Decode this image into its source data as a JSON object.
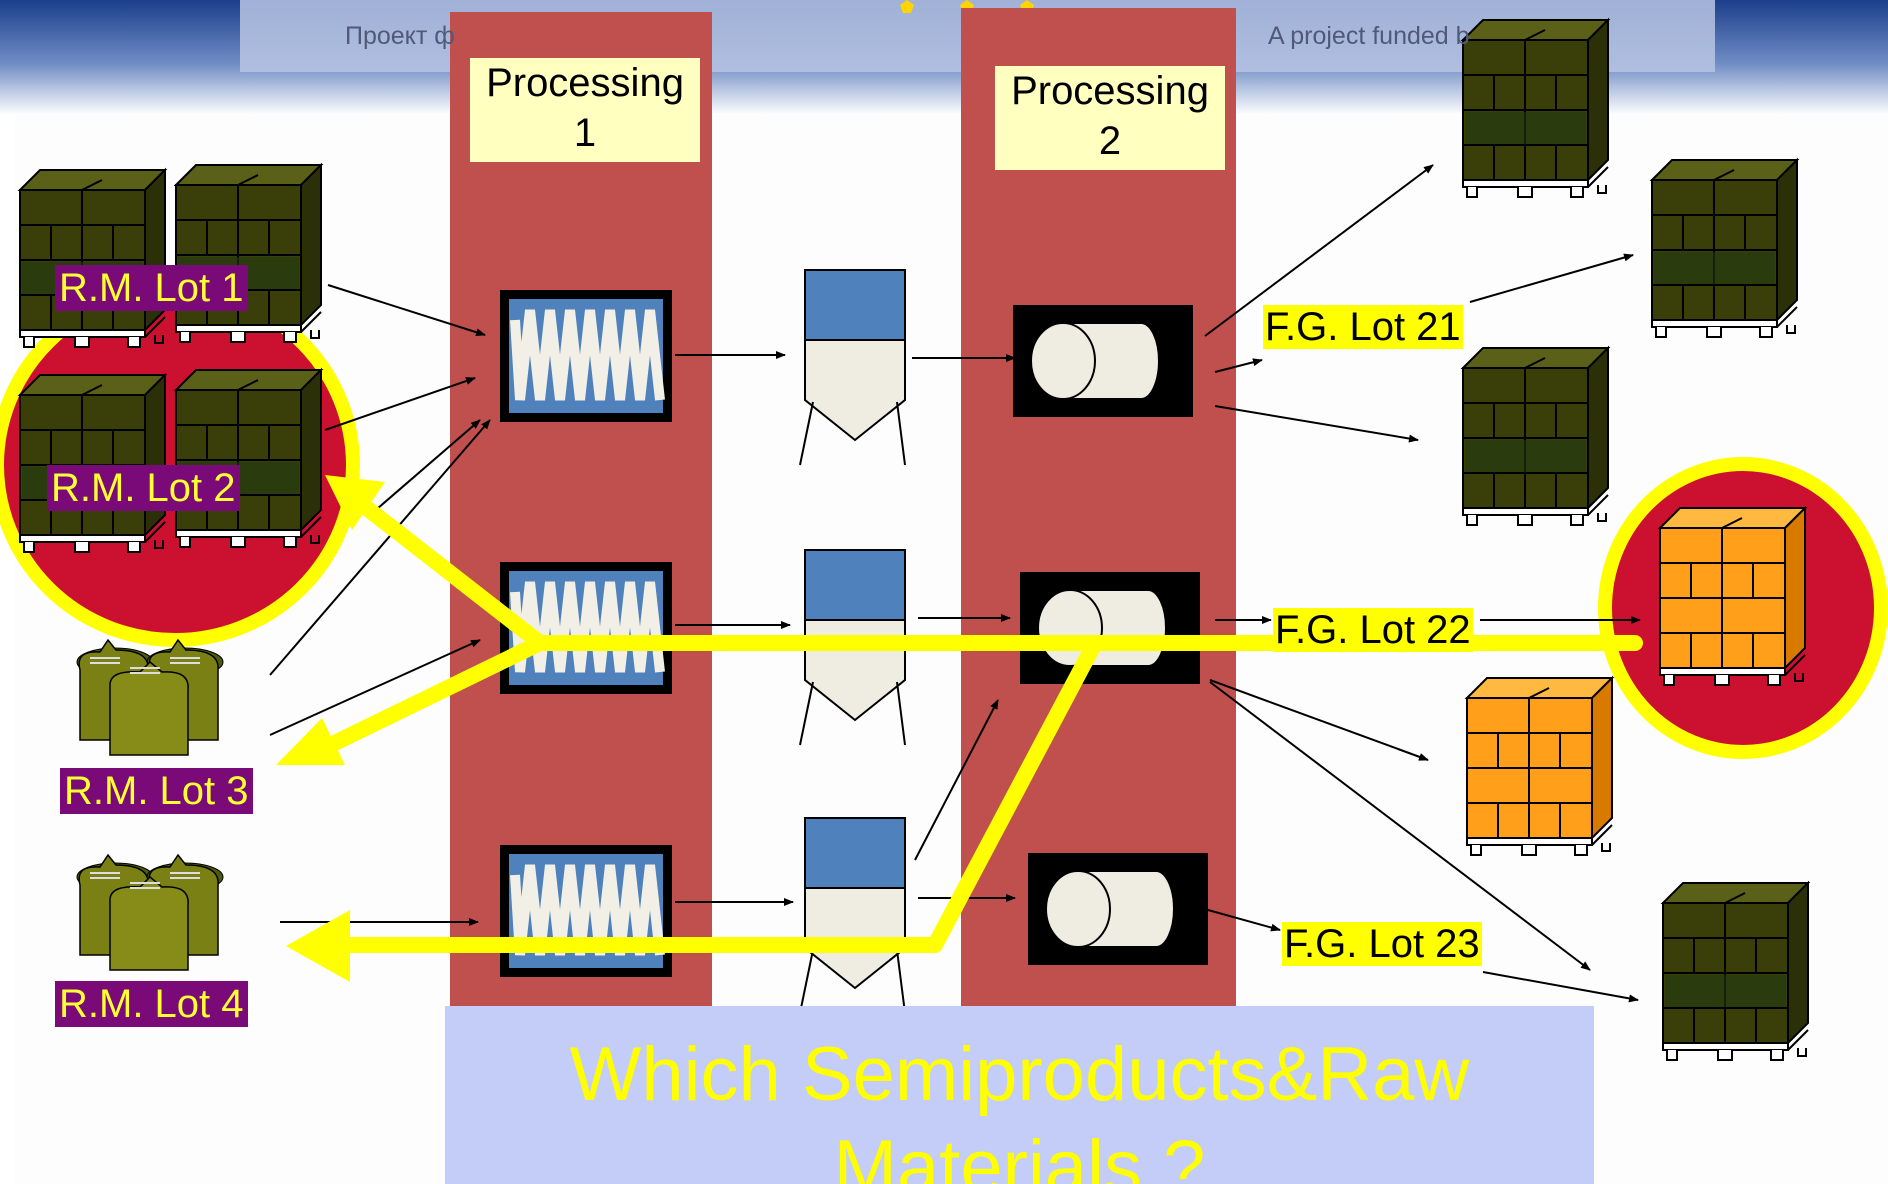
{
  "banner": {
    "left_text": "Проект ф",
    "right_text": "A project funded b"
  },
  "columns": [
    {
      "label": "Processing 1"
    },
    {
      "label": "Processing 2"
    }
  ],
  "raw_materials": [
    "R.M. Lot 1",
    "R.M. Lot 2",
    "R.M. Lot 3",
    "R.M. Lot 4"
  ],
  "finished_goods": [
    "F.G. Lot 21",
    "F.G. Lot 22",
    "F.G. Lot 23"
  ],
  "question": "Which Semiproducts&Raw Materials ?",
  "colors": {
    "column": "#c0504d",
    "highlight_circle": "#cc1030",
    "trace_line": "#ffff00",
    "pallet_dark": "#3a3f0a",
    "pallet_orange": "#ff9f1a",
    "mixer_blue": "#4f81bd",
    "question_box": "#c4ccf8"
  },
  "icons": [
    "pallet-icon",
    "sack-icon",
    "mixer-icon",
    "silo-icon",
    "drum-icon"
  ]
}
